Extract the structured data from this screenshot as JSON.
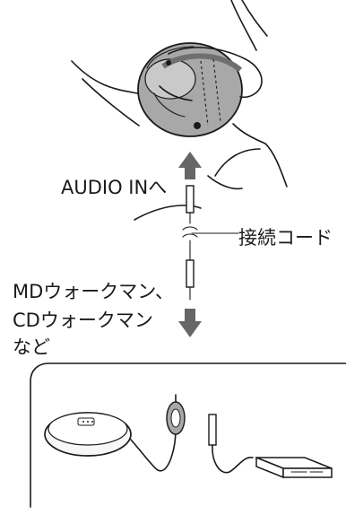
{
  "labels": {
    "audio_in": "AUDIO INへ",
    "cable": "接続コード",
    "source_line1": "MDウォークマン、",
    "source_line2": "CDウォークマン",
    "source_line3": "など"
  },
  "colors": {
    "line": "#1a1a1a",
    "headphone_fill": "#a8a8a8",
    "headphone_dark": "#6f6f6f",
    "arrow": "#666666"
  },
  "icons": {
    "headphone": "ear-headphone-icon",
    "arrow_up": "arrow-up-icon",
    "arrow_down": "arrow-down-icon",
    "cd_player": "cd-player-icon",
    "md_player": "md-player-icon"
  }
}
